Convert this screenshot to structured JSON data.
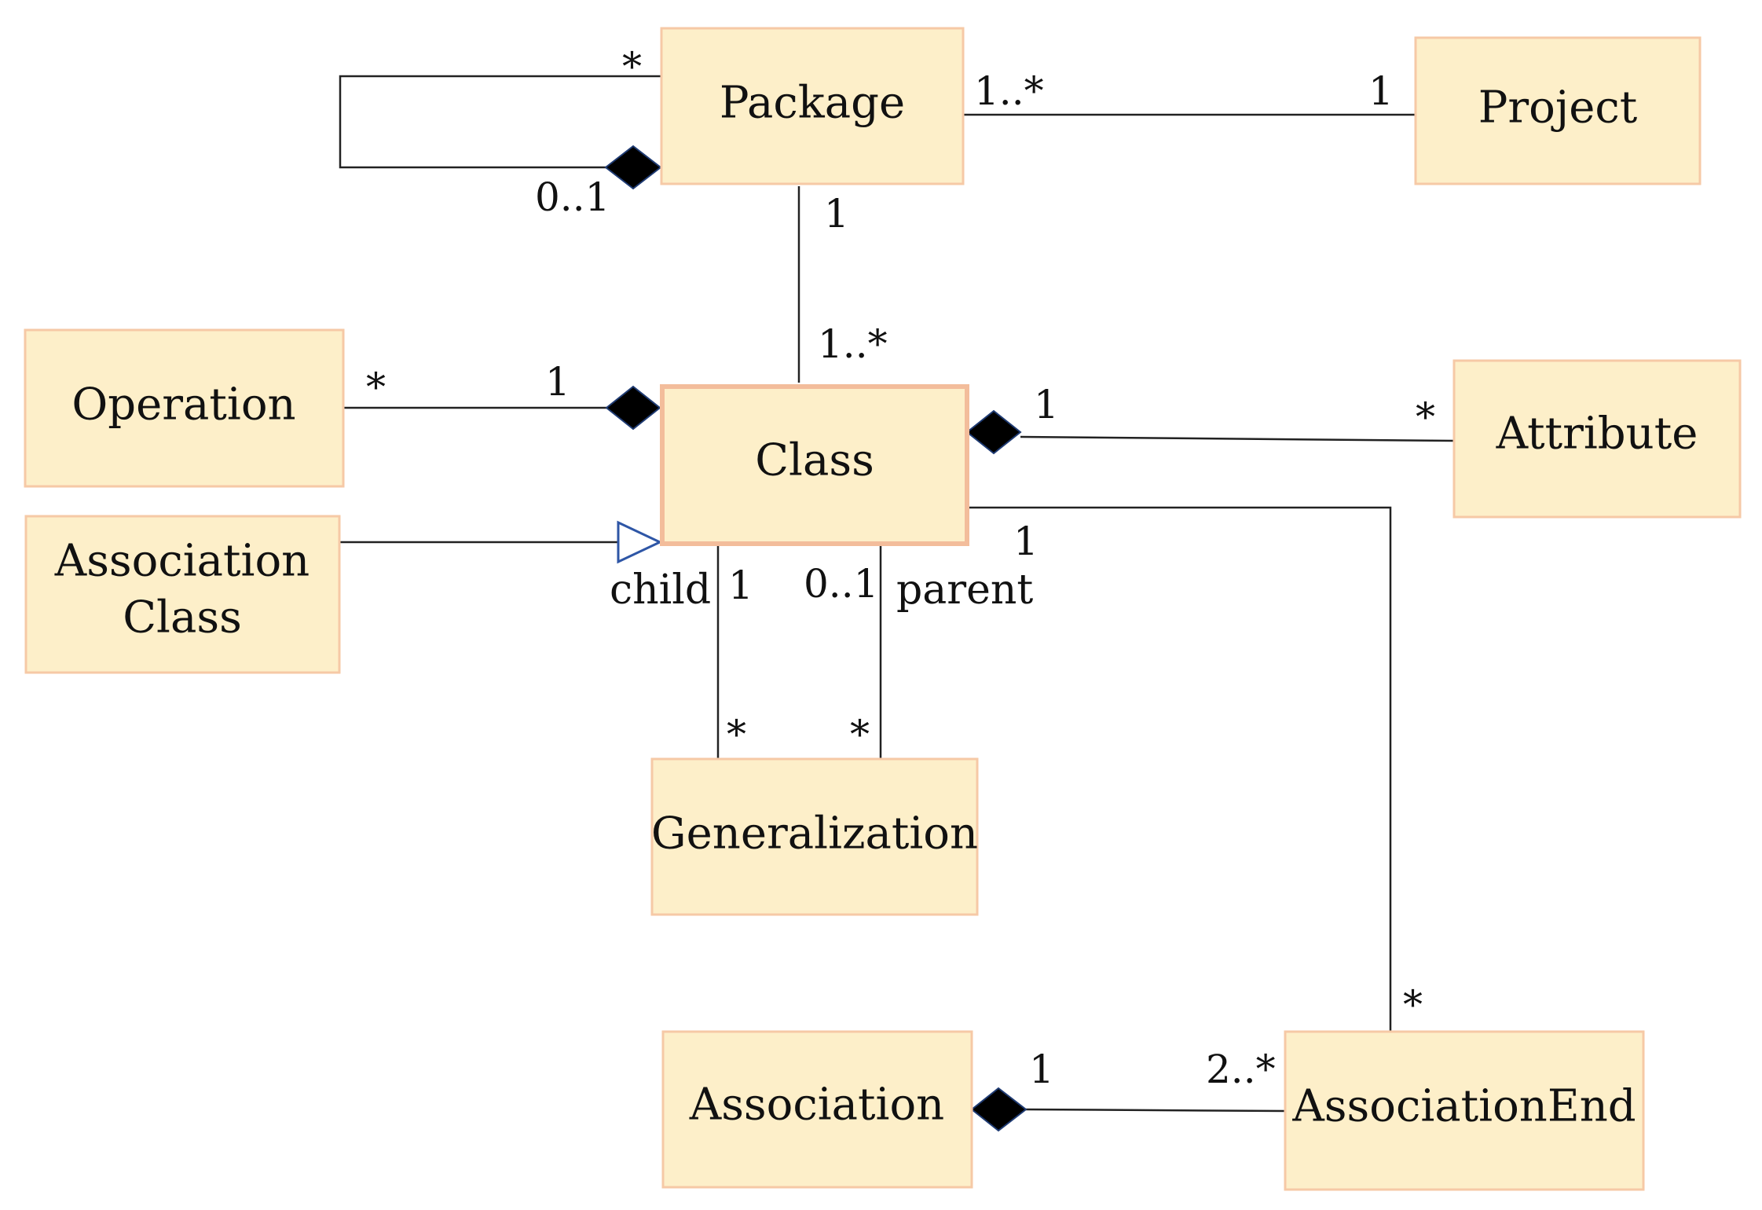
{
  "classes": {
    "package": "Package",
    "project": "Project",
    "operation": "Operation",
    "class": "Class",
    "attribute": "Attribute",
    "association_class": [
      "Association",
      "Class"
    ],
    "generalization": "Generalization",
    "association": "Association",
    "association_end": "AssociationEnd"
  },
  "multiplicities": {
    "package_self_many": "*",
    "package_self_owner": "0..1",
    "package_project_package": "1..*",
    "package_project_project": "1",
    "package_class_package": "1",
    "package_class_class": "1..*",
    "operation_class_operation": "*",
    "operation_class_class": "1",
    "class_attribute_class": "1",
    "class_attribute_attribute": "*",
    "class_child": "1",
    "class_parent": "0..1",
    "generalization_child": "*",
    "generalization_parent": "*",
    "class_associationend_class": "1",
    "class_associationend_end": "*",
    "association_end_association": "1",
    "association_end_end": "2..*"
  },
  "roles": {
    "child": "child",
    "parent": "parent"
  }
}
